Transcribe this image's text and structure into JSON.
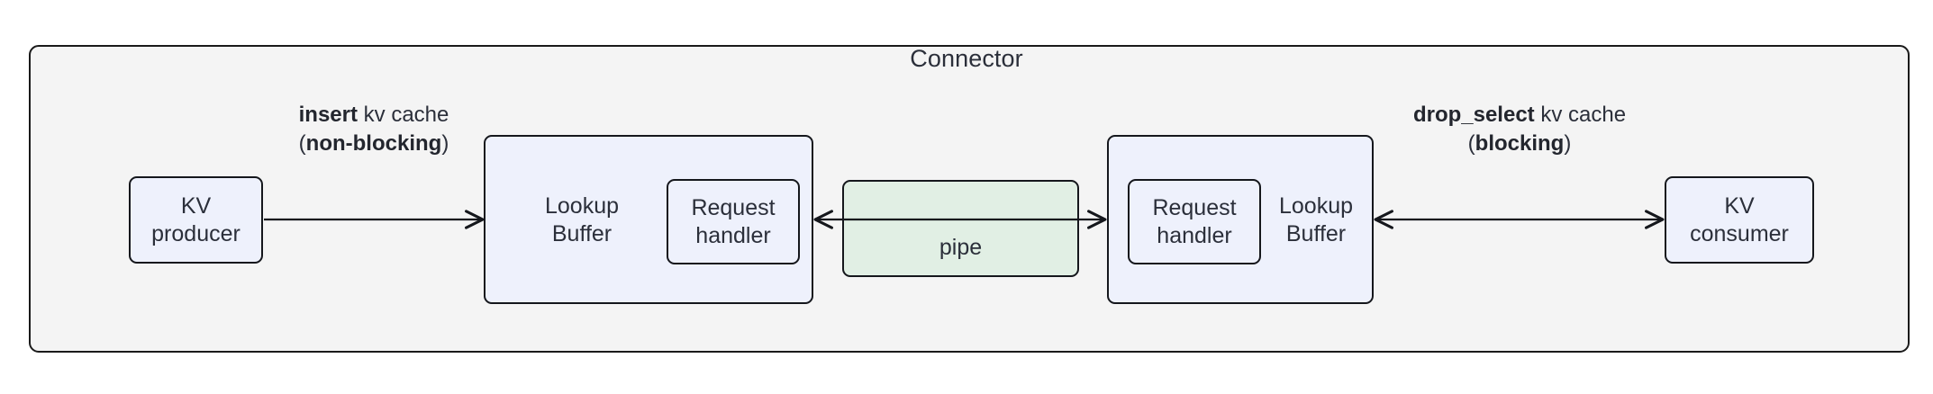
{
  "diagram": {
    "container": {
      "title": "Connector",
      "fill": "#f4f4f4",
      "border": "#1a1a1a"
    },
    "colors": {
      "node_blue": "#eef1fc",
      "node_green": "#e1efe4",
      "stroke": "#15171c",
      "text": "#2b2f3a",
      "canvas": "#ffffff"
    },
    "nodes": {
      "kv_producer": "KV\nproducer",
      "kv_producer_line1": "KV",
      "kv_producer_line2": "producer",
      "kv_consumer_line1": "KV",
      "kv_consumer_line2": "consumer",
      "left_group_label": "Lookup\nBuffer",
      "left_inner_label": "Request\nhandler",
      "right_group_label": "Lookup\nBuffer",
      "right_inner_label": "Request\nhandler",
      "pipe": "pipe"
    },
    "edges": [
      {
        "id": "producer-to-buffer",
        "label_bold_1": "insert",
        "label_plain_1": " kv cache",
        "label_open_paren": "(",
        "label_bold_2": "non-blocking",
        "label_close_paren": ")",
        "direction": "forward"
      },
      {
        "id": "buffer-to-pipe-to-buffer",
        "label_bold_1": "",
        "label_plain_1": "",
        "direction": "bidirectional"
      },
      {
        "id": "buffer-to-consumer",
        "label_bold_1": "drop_select",
        "label_plain_1": " kv cache",
        "label_open_paren": "(",
        "label_bold_2": "blocking",
        "label_close_paren": ")",
        "direction": "bidirectional"
      }
    ]
  }
}
